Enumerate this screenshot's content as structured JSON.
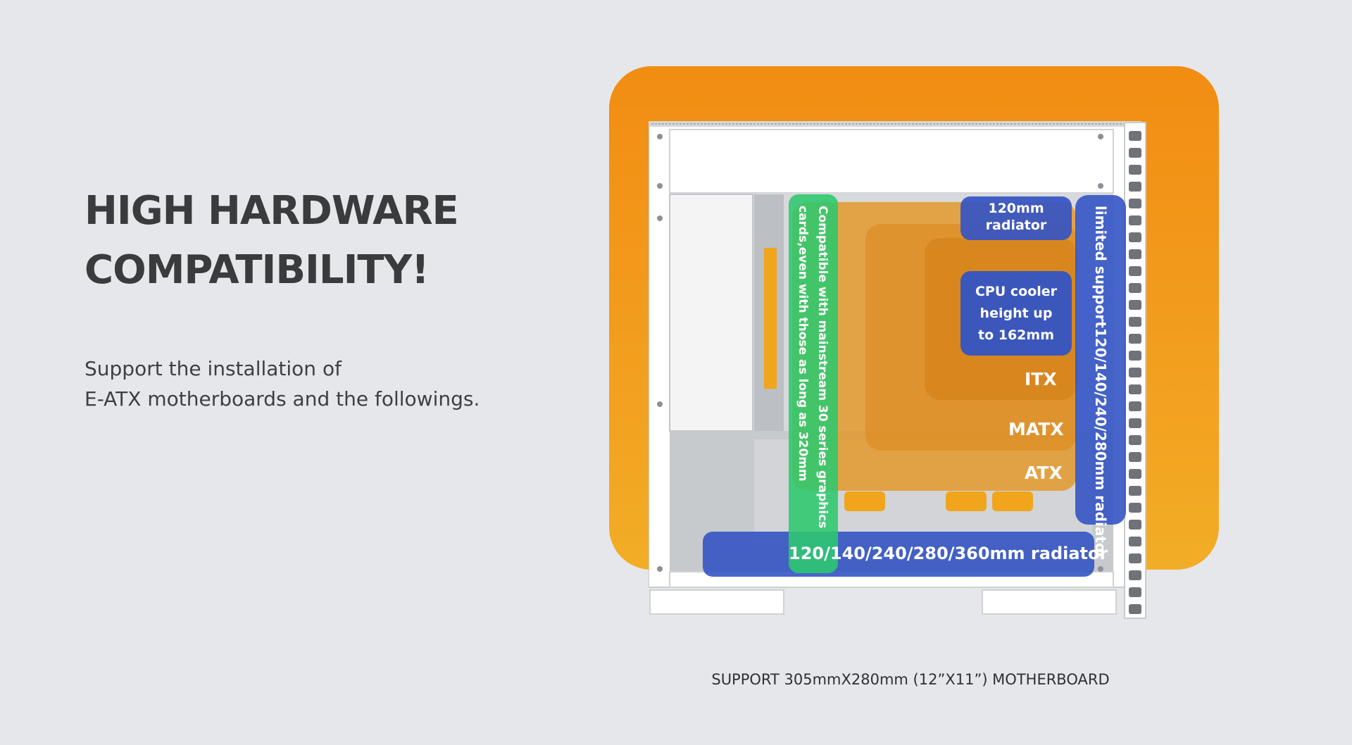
{
  "headline": {
    "line1": "HIGH HARDWARE",
    "line2": "COMPATIBILITY!"
  },
  "subcopy": {
    "line1": "Support the installation of",
    "line2": "E-ATX motherboards and the followings."
  },
  "overlay_labels": {
    "top_radiator": {
      "line1": "120mm",
      "line2": "radiator"
    },
    "cpu_cooler": {
      "line1": "CPU cooler",
      "line2": "height up",
      "line3": "to 162mm"
    },
    "itx": "ITX",
    "matx": "MATX",
    "atx": "ATX",
    "bottom_radiator": "120/140/240/280/360mm radiator",
    "side_radiator": "limited support120/140/240/280mm radiator",
    "gpu": {
      "line1": "Compatible with mainstream 30 series graphics",
      "line2": "cards,even with those as long as 320mm"
    }
  },
  "caption": "SUPPORT 305mmX280mm (12”X11”) MOTHERBOARD",
  "colors": {
    "background": "#e6e7ea",
    "orange": "#f18d12",
    "blue_zone": "#3454c4",
    "green_zone": "#2ec86e",
    "orange_zone": "#e6941e",
    "text_dark": "#3a3b3d"
  }
}
